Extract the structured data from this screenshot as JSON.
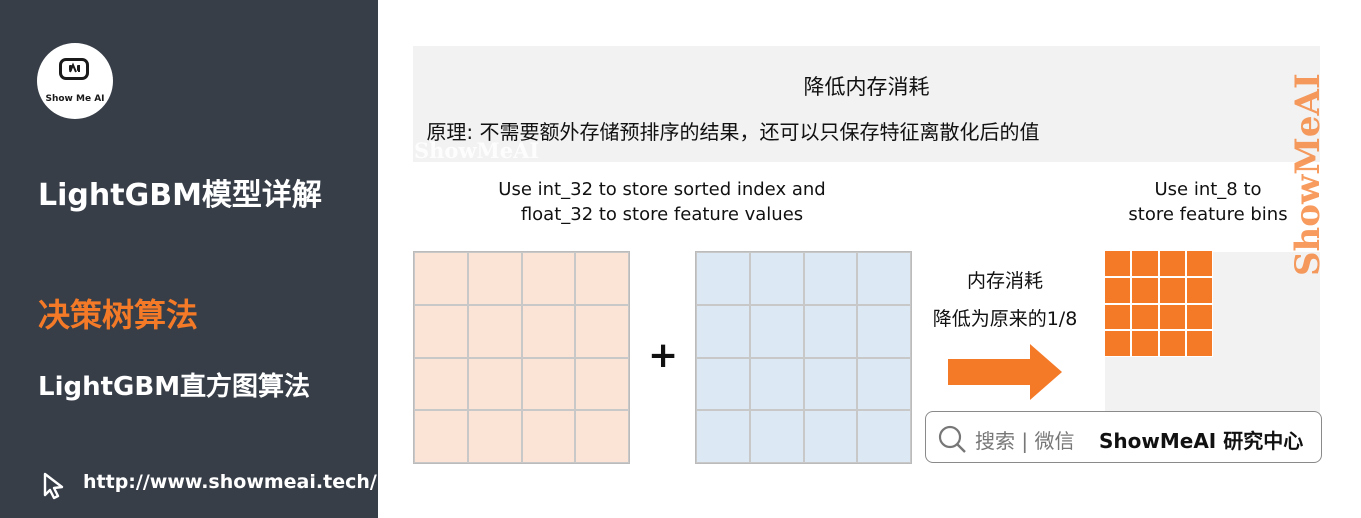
{
  "sidebar": {
    "logo_text": "Show Me AI",
    "title": "LightGBM模型详解",
    "section": "决策树算法",
    "subsection": "LightGBM直方图算法",
    "link": "http://www.showmeai.tech/"
  },
  "main": {
    "heading": "降低内存消耗",
    "principle": "原理: 不需要额外存储预排序的结果，还可以只保存特征离散化后的值",
    "watermark_faint": "ShowMeAI",
    "left_caption_line1": "Use int_32 to store sorted index and",
    "left_caption_line2": "float_32 to store feature values",
    "right_caption_line1": "Use int_8 to",
    "right_caption_line2": "store feature bins",
    "plus": "+",
    "memory_label": "内存消耗",
    "reduction_label": "降低为原来的1/8",
    "vertical_watermark": "ShowMeAI",
    "search_text": "搜索 | 微信",
    "search_brand": "ShowMeAI 研究中心"
  },
  "colors": {
    "sidebar_bg": "#373e48",
    "accent_orange": "#f47a28",
    "grid_peach": "#fbe4d6",
    "grid_blue": "#dce8f4"
  }
}
